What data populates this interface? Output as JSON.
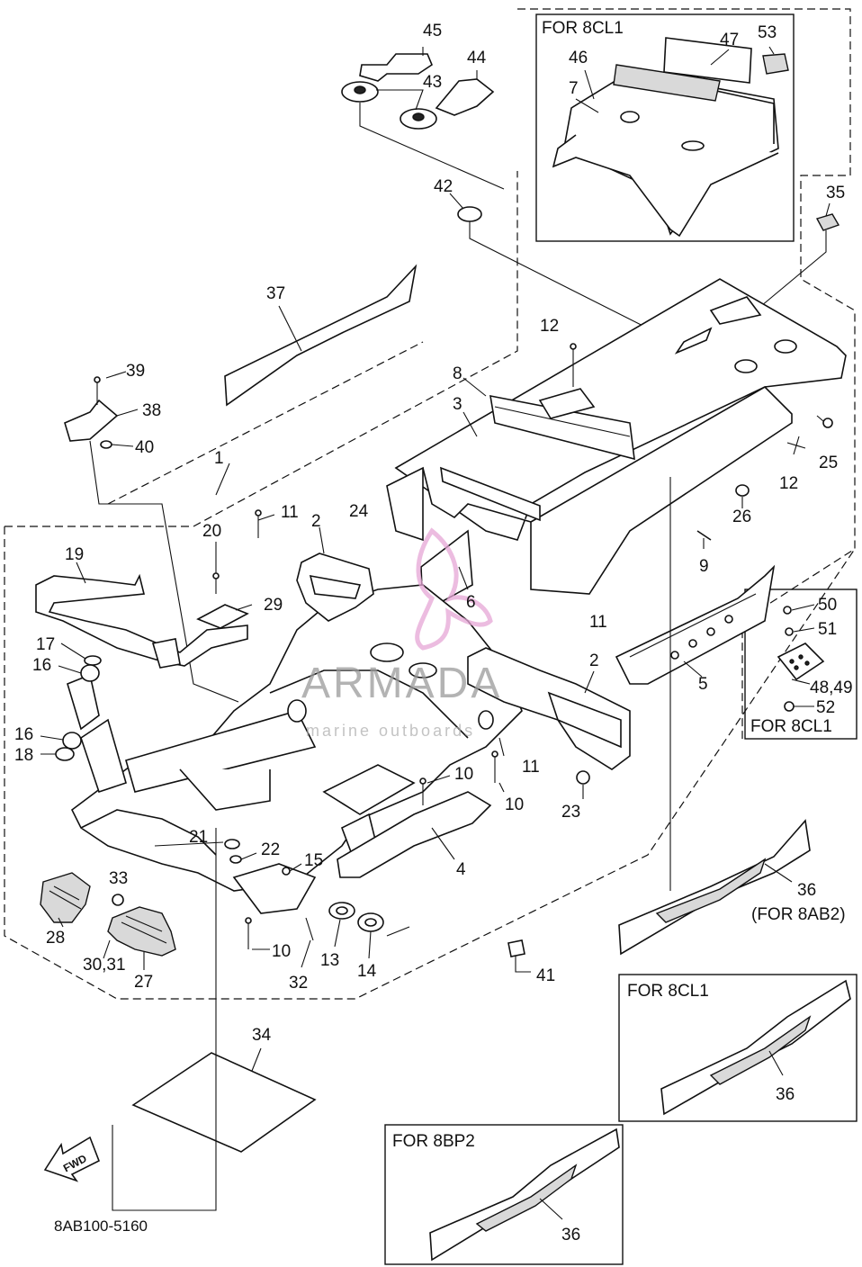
{
  "diagram": {
    "part_code": "8AB100-5160",
    "fwd_label": "FWD",
    "watermark": {
      "brand": "ARMADA",
      "tagline": "marine outboards"
    },
    "variant_boxes": {
      "top_right": "FOR 8CL1",
      "right_side": "FOR 8CL1",
      "decal_8cl1": "FOR 8CL1",
      "decal_8bp2": "FOR 8BP2",
      "decal_8ab2": "(FOR 8AB2)"
    },
    "callouts": [
      {
        "id": "c45",
        "text": "45"
      },
      {
        "id": "c44",
        "text": "44"
      },
      {
        "id": "c43",
        "text": "43"
      },
      {
        "id": "c47",
        "text": "47"
      },
      {
        "id": "c53",
        "text": "53"
      },
      {
        "id": "c46",
        "text": "46"
      },
      {
        "id": "c7",
        "text": "7"
      },
      {
        "id": "c42",
        "text": "42"
      },
      {
        "id": "c35",
        "text": "35"
      },
      {
        "id": "c37",
        "text": "37"
      },
      {
        "id": "c12a",
        "text": "12"
      },
      {
        "id": "c39",
        "text": "39"
      },
      {
        "id": "c38",
        "text": "38"
      },
      {
        "id": "c40",
        "text": "40"
      },
      {
        "id": "c8",
        "text": "8"
      },
      {
        "id": "c3",
        "text": "3"
      },
      {
        "id": "c25",
        "text": "25"
      },
      {
        "id": "c12b",
        "text": "12"
      },
      {
        "id": "c1",
        "text": "1"
      },
      {
        "id": "c11a",
        "text": "11"
      },
      {
        "id": "c2a",
        "text": "2"
      },
      {
        "id": "c24",
        "text": "24"
      },
      {
        "id": "c26",
        "text": "26"
      },
      {
        "id": "c20",
        "text": "20"
      },
      {
        "id": "c19",
        "text": "19"
      },
      {
        "id": "c29",
        "text": "29"
      },
      {
        "id": "c6",
        "text": "6"
      },
      {
        "id": "c9",
        "text": "9"
      },
      {
        "id": "c50",
        "text": "50"
      },
      {
        "id": "c51",
        "text": "51"
      },
      {
        "id": "c11b",
        "text": "11"
      },
      {
        "id": "c17",
        "text": "17"
      },
      {
        "id": "c16a",
        "text": "16"
      },
      {
        "id": "c5",
        "text": "5"
      },
      {
        "id": "c2b",
        "text": "2"
      },
      {
        "id": "c4849",
        "text": "48,49"
      },
      {
        "id": "c52",
        "text": "52"
      },
      {
        "id": "c16b",
        "text": "16"
      },
      {
        "id": "c18",
        "text": "18"
      },
      {
        "id": "c11c",
        "text": "11"
      },
      {
        "id": "c10a",
        "text": "10"
      },
      {
        "id": "c10b",
        "text": "10"
      },
      {
        "id": "c23",
        "text": "23"
      },
      {
        "id": "c21",
        "text": "21"
      },
      {
        "id": "c22",
        "text": "22"
      },
      {
        "id": "c15",
        "text": "15"
      },
      {
        "id": "c4",
        "text": "4"
      },
      {
        "id": "c33",
        "text": "33"
      },
      {
        "id": "c36a",
        "text": "36"
      },
      {
        "id": "c28",
        "text": "28"
      },
      {
        "id": "c10c",
        "text": "10"
      },
      {
        "id": "c13",
        "text": "13"
      },
      {
        "id": "c14",
        "text": "14"
      },
      {
        "id": "c41",
        "text": "41"
      },
      {
        "id": "c3031",
        "text": "30,31"
      },
      {
        "id": "c27",
        "text": "27"
      },
      {
        "id": "c32",
        "text": "32"
      },
      {
        "id": "c34",
        "text": "34"
      },
      {
        "id": "c36b",
        "text": "36"
      },
      {
        "id": "c36c",
        "text": "36"
      }
    ]
  }
}
